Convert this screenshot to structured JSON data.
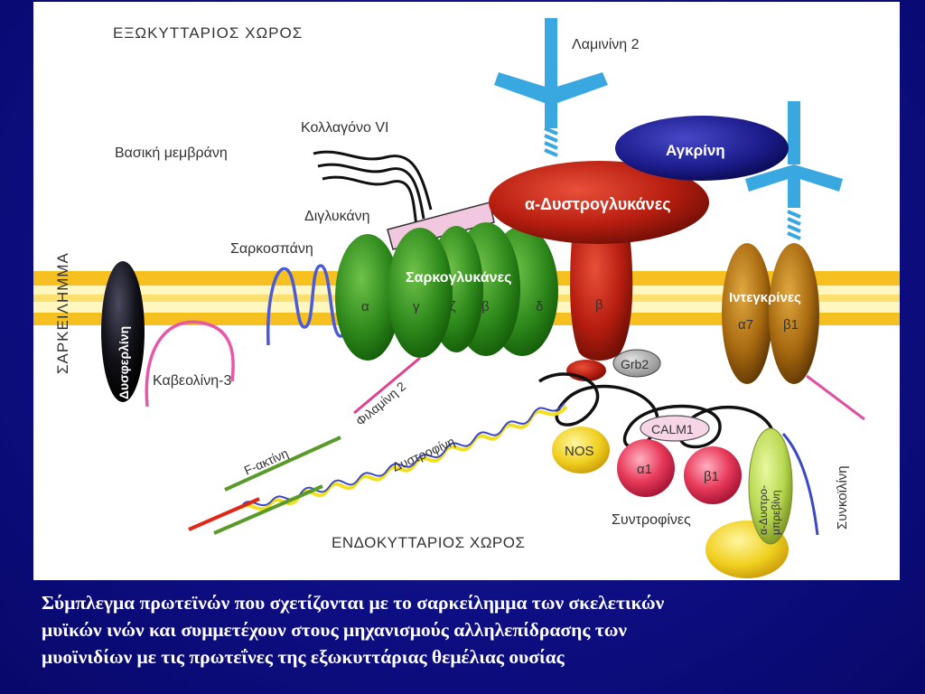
{
  "labels": {
    "extracellular": "ΕΞΩΚΥΤΤΑΡΙΟΣ ΧΩΡΟΣ",
    "intracellular": "ΕΝΔΟΚΥΤΤΑΡΙΟΣ ΧΩΡΟΣ",
    "sarcolemma": "ΣΑΡΚΕΙΛΗΜΜΑ",
    "laminin": "Λαμινίνη 2",
    "collagen": "Κολλαγόνο VI",
    "basement_membrane": "Βασική μεμβράνη",
    "biglycan": "Διγλυκάνη",
    "sarcospan": "Σαρκοσπάνη",
    "dysferlin": "Δυσφερλίνη",
    "caveolin": "Καβεολίνη-3",
    "filamin": "Φιλαμίνη 2",
    "f_actin": "F-ακτίνη",
    "dystrophin": "Δυστροφίνη",
    "syntrophins": "Συντροφίνες",
    "syncoilin": "Συνκοϊλίνη",
    "agrin": "Αγκρίνη",
    "alpha_dystroglycan": "α-Δυστρογλυκάνες",
    "sarcoglycans": "Σαρκογλυκάνες",
    "sg_alpha": "α",
    "sg_gamma": "γ",
    "sg_zeta": "ζ",
    "sg_beta": "β",
    "sg_delta": "δ",
    "beta_dg": "β",
    "grb2": "Grb2",
    "integrins": "Ιντεγκρίνες",
    "integrin_a7": "α7",
    "integrin_b1": "β1",
    "calm1": "CALM1",
    "nos": "NOS",
    "syn_a1": "α1",
    "syn_b1": "β1",
    "alpha_dystrobrevin": "α-Δυστρο-\nμπρεβίνη",
    "alpha_dystrobrevin_1": "α-Δυστρο-",
    "alpha_dystrobrevin_2": "μπρεβίνη"
  },
  "caption": {
    "line1": "Σύμπλεγμα πρωτεϊνών που σχετίζονται με το σαρκείλημμα των σκελετικών",
    "line2": "μυϊκών ινών και συμμετέχουν στους μηχανισμούς αλληλεπίδρασης των",
    "line3": "μυοϊνιδίων με τις πρωτεΐνες της εξωκυττάριας θεμέλιας ουσίας"
  },
  "colors": {
    "background": "#0c0c7c",
    "membrane": "#f5c020",
    "sarcoglycan_green": "#2f8a1c",
    "dystroglycan_red": "#b81e10",
    "agrin_navy": "#1c1c8c",
    "integrin_brown": "#a86a10",
    "laminin_blue": "#3aa8e0",
    "syntrophin_pink": "#e83a5a",
    "nos_yellow": "#f0d020"
  }
}
